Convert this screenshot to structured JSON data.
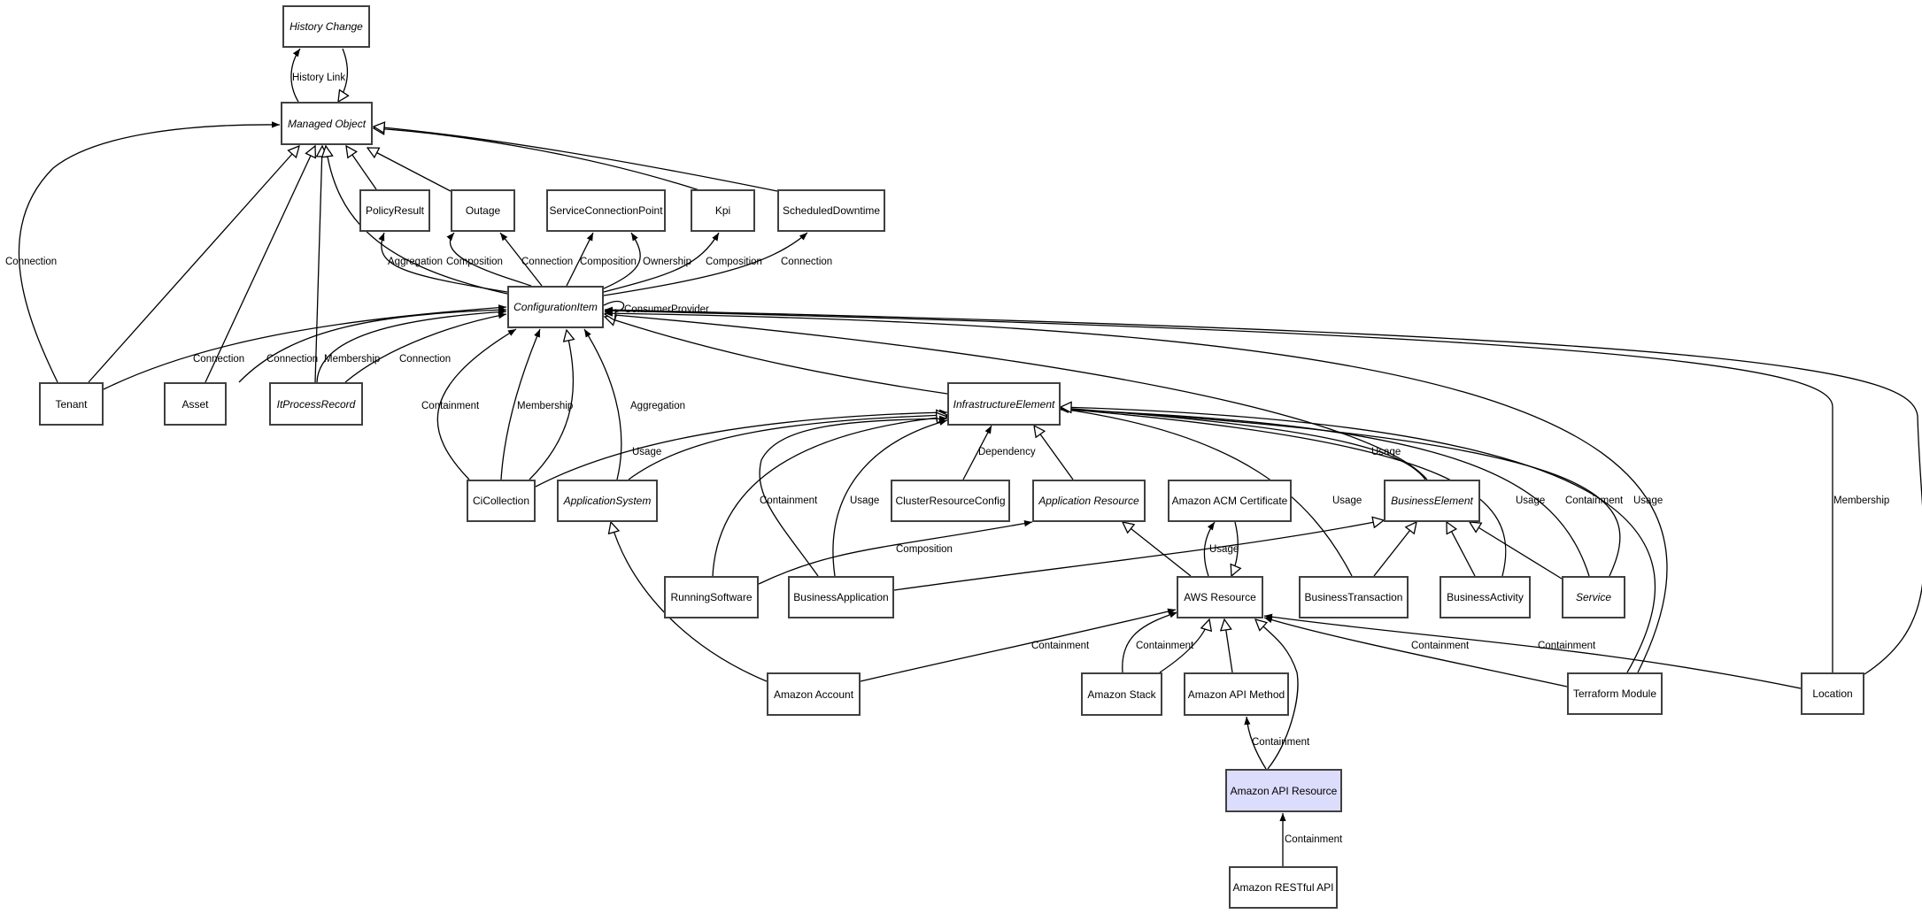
{
  "diagram": {
    "title": "Class relationship diagram",
    "selected_node": "amazon-api-resource",
    "colors": {
      "selected_fill": "#dcdcfc",
      "border": "#404040",
      "line": "#000000"
    },
    "nodes": [
      {
        "id": "history-change",
        "label": "History Change",
        "abstract": true
      },
      {
        "id": "managed-object",
        "label": "Managed Object",
        "abstract": true
      },
      {
        "id": "policy-result",
        "label": "PolicyResult",
        "abstract": false
      },
      {
        "id": "outage",
        "label": "Outage",
        "abstract": false
      },
      {
        "id": "service-connection-point",
        "label": "ServiceConnectionPoint",
        "abstract": false
      },
      {
        "id": "kpi",
        "label": "Kpi",
        "abstract": false
      },
      {
        "id": "scheduled-downtime",
        "label": "ScheduledDowntime",
        "abstract": false
      },
      {
        "id": "configuration-item",
        "label": "ConfigurationItem",
        "abstract": true
      },
      {
        "id": "tenant",
        "label": "Tenant",
        "abstract": false
      },
      {
        "id": "asset",
        "label": "Asset",
        "abstract": false
      },
      {
        "id": "it-process-record",
        "label": "ItProcessRecord",
        "abstract": true
      },
      {
        "id": "infrastructure-element",
        "label": "InfrastructureElement",
        "abstract": true
      },
      {
        "id": "ci-collection",
        "label": "CiCollection",
        "abstract": false
      },
      {
        "id": "application-system",
        "label": "ApplicationSystem",
        "abstract": true
      },
      {
        "id": "cluster-resource-config",
        "label": "ClusterResourceConfig",
        "abstract": false
      },
      {
        "id": "application-resource",
        "label": "Application Resource",
        "abstract": true
      },
      {
        "id": "amazon-acm-certificate",
        "label": "Amazon ACM Certificate",
        "abstract": false
      },
      {
        "id": "business-element",
        "label": "BusinessElement",
        "abstract": true
      },
      {
        "id": "running-software",
        "label": "RunningSoftware",
        "abstract": false
      },
      {
        "id": "business-application",
        "label": "BusinessApplication",
        "abstract": false
      },
      {
        "id": "aws-resource",
        "label": "AWS Resource",
        "abstract": false
      },
      {
        "id": "business-transaction",
        "label": "BusinessTransaction",
        "abstract": false
      },
      {
        "id": "business-activity",
        "label": "BusinessActivity",
        "abstract": false
      },
      {
        "id": "service",
        "label": "Service",
        "abstract": true
      },
      {
        "id": "amazon-account",
        "label": "Amazon Account",
        "abstract": false
      },
      {
        "id": "amazon-stack",
        "label": "Amazon Stack",
        "abstract": false
      },
      {
        "id": "amazon-api-method",
        "label": "Amazon API Method",
        "abstract": false
      },
      {
        "id": "terraform-module",
        "label": "Terraform Module",
        "abstract": false
      },
      {
        "id": "location",
        "label": "Location",
        "abstract": false
      },
      {
        "id": "amazon-api-resource",
        "label": "Amazon API Resource",
        "abstract": false
      },
      {
        "id": "amazon-restful-api",
        "label": "Amazon RESTful API",
        "abstract": false
      }
    ],
    "edges": [
      {
        "from": "managed-object",
        "to": "history-change",
        "type": "association",
        "label": "History Link"
      },
      {
        "from": "history-change",
        "to": "managed-object",
        "type": "inheritance",
        "label": ""
      },
      {
        "from": "tenant",
        "to": "managed-object",
        "type": "association",
        "label": "Connection"
      },
      {
        "from": "tenant",
        "to": "managed-object",
        "type": "inheritance",
        "label": ""
      },
      {
        "from": "asset",
        "to": "managed-object",
        "type": "inheritance",
        "label": ""
      },
      {
        "from": "it-process-record",
        "to": "managed-object",
        "type": "inheritance",
        "label": ""
      },
      {
        "from": "configuration-item",
        "to": "managed-object",
        "type": "inheritance",
        "label": ""
      },
      {
        "from": "policy-result",
        "to": "managed-object",
        "type": "inheritance",
        "label": ""
      },
      {
        "from": "outage",
        "to": "managed-object",
        "type": "inheritance",
        "label": ""
      },
      {
        "from": "kpi",
        "to": "managed-object",
        "type": "inheritance",
        "label": ""
      },
      {
        "from": "scheduled-downtime",
        "to": "managed-object",
        "type": "inheritance",
        "label": ""
      },
      {
        "from": "configuration-item",
        "to": "policy-result",
        "type": "association",
        "label": "Aggregation"
      },
      {
        "from": "configuration-item",
        "to": "outage",
        "type": "association",
        "label": "Composition"
      },
      {
        "from": "configuration-item",
        "to": "outage",
        "type": "association",
        "label": "Connection"
      },
      {
        "from": "configuration-item",
        "to": "service-connection-point",
        "type": "association",
        "label": "Composition"
      },
      {
        "from": "configuration-item",
        "to": "service-connection-point",
        "type": "association",
        "label": "Ownership"
      },
      {
        "from": "configuration-item",
        "to": "kpi",
        "type": "association",
        "label": "Composition"
      },
      {
        "from": "configuration-item",
        "to": "scheduled-downtime",
        "type": "association",
        "label": "Connection"
      },
      {
        "from": "configuration-item",
        "to": "configuration-item",
        "type": "association",
        "label": "ConsumerProvider"
      },
      {
        "from": "tenant",
        "to": "configuration-item",
        "type": "association",
        "label": "Connection"
      },
      {
        "from": "asset",
        "to": "configuration-item",
        "type": "association",
        "label": "Connection"
      },
      {
        "from": "it-process-record",
        "to": "configuration-item",
        "type": "association",
        "label": "Membership"
      },
      {
        "from": "it-process-record",
        "to": "configuration-item",
        "type": "association",
        "label": "Connection"
      },
      {
        "from": "ci-collection",
        "to": "configuration-item",
        "type": "association",
        "label": "Containment"
      },
      {
        "from": "ci-collection",
        "to": "configuration-item",
        "type": "association",
        "label": "Membership"
      },
      {
        "from": "ci-collection",
        "to": "configuration-item",
        "type": "inheritance",
        "label": ""
      },
      {
        "from": "application-system",
        "to": "configuration-item",
        "type": "association",
        "label": "Aggregation"
      },
      {
        "from": "infrastructure-element",
        "to": "configuration-item",
        "type": "inheritance",
        "label": ""
      },
      {
        "from": "business-element",
        "to": "configuration-item",
        "type": "inheritance",
        "label": ""
      },
      {
        "from": "terraform-module",
        "to": "configuration-item",
        "type": "association",
        "label": ""
      },
      {
        "from": "location",
        "to": "configuration-item",
        "type": "association",
        "label": "Membership"
      },
      {
        "from": "location",
        "to": "configuration-item",
        "type": "association",
        "label": ""
      },
      {
        "from": "ci-collection",
        "to": "infrastructure-element",
        "type": "association",
        "label": "Usage"
      },
      {
        "from": "application-system",
        "to": "infrastructure-element",
        "type": "inheritance",
        "label": ""
      },
      {
        "from": "running-software",
        "to": "infrastructure-element",
        "type": "inheritance",
        "label": ""
      },
      {
        "from": "business-application",
        "to": "infrastructure-element",
        "type": "association",
        "label": "Containment"
      },
      {
        "from": "business-application",
        "to": "infrastructure-element",
        "type": "association",
        "label": "Usage"
      },
      {
        "from": "cluster-resource-config",
        "to": "infrastructure-element",
        "type": "association",
        "label": "Dependency"
      },
      {
        "from": "application-resource",
        "to": "infrastructure-element",
        "type": "inheritance",
        "label": ""
      },
      {
        "from": "business-transaction",
        "to": "infrastructure-element",
        "type": "association",
        "label": "Usage"
      },
      {
        "from": "business-element",
        "to": "infrastructure-element",
        "type": "association",
        "label": "Usage"
      },
      {
        "from": "business-activity",
        "to": "infrastructure-element",
        "type": "association",
        "label": "Usage"
      },
      {
        "from": "service",
        "to": "infrastructure-element",
        "type": "association",
        "label": "Containment"
      },
      {
        "from": "service",
        "to": "infrastructure-element",
        "type": "association",
        "label": "Usage"
      },
      {
        "from": "terraform-module",
        "to": "infrastructure-element",
        "type": "inheritance",
        "label": ""
      },
      {
        "from": "running-software",
        "to": "application-resource",
        "type": "association",
        "label": "Composition"
      },
      {
        "from": "business-application",
        "to": "business-element",
        "type": "inheritance",
        "label": ""
      },
      {
        "from": "aws-resource",
        "to": "application-resource",
        "type": "inheritance",
        "label": ""
      },
      {
        "from": "aws-resource",
        "to": "amazon-acm-certificate",
        "type": "association",
        "label": "Usage"
      },
      {
        "from": "amazon-acm-certificate",
        "to": "aws-resource",
        "type": "inheritance",
        "label": ""
      },
      {
        "from": "business-transaction",
        "to": "business-element",
        "type": "inheritance",
        "label": ""
      },
      {
        "from": "business-activity",
        "to": "business-element",
        "type": "inheritance",
        "label": ""
      },
      {
        "from": "service",
        "to": "business-element",
        "type": "inheritance",
        "label": ""
      },
      {
        "from": "amazon-account",
        "to": "application-system",
        "type": "inheritance",
        "label": ""
      },
      {
        "from": "amazon-account",
        "to": "aws-resource",
        "type": "association",
        "label": "Containment"
      },
      {
        "from": "amazon-stack",
        "to": "aws-resource",
        "type": "association",
        "label": "Containment"
      },
      {
        "from": "amazon-stack",
        "to": "aws-resource",
        "type": "inheritance",
        "label": ""
      },
      {
        "from": "amazon-api-method",
        "to": "aws-resource",
        "type": "inheritance",
        "label": ""
      },
      {
        "from": "amazon-api-resource",
        "to": "aws-resource",
        "type": "inheritance",
        "label": ""
      },
      {
        "from": "terraform-module",
        "to": "aws-resource",
        "type": "association",
        "label": "Containment"
      },
      {
        "from": "location",
        "to": "aws-resource",
        "type": "association",
        "label": "Containment"
      },
      {
        "from": "amazon-api-resource",
        "to": "amazon-api-method",
        "type": "association",
        "label": "Containment"
      },
      {
        "from": "amazon-restful-api",
        "to": "amazon-api-resource",
        "type": "association",
        "label": "Containment"
      }
    ]
  }
}
